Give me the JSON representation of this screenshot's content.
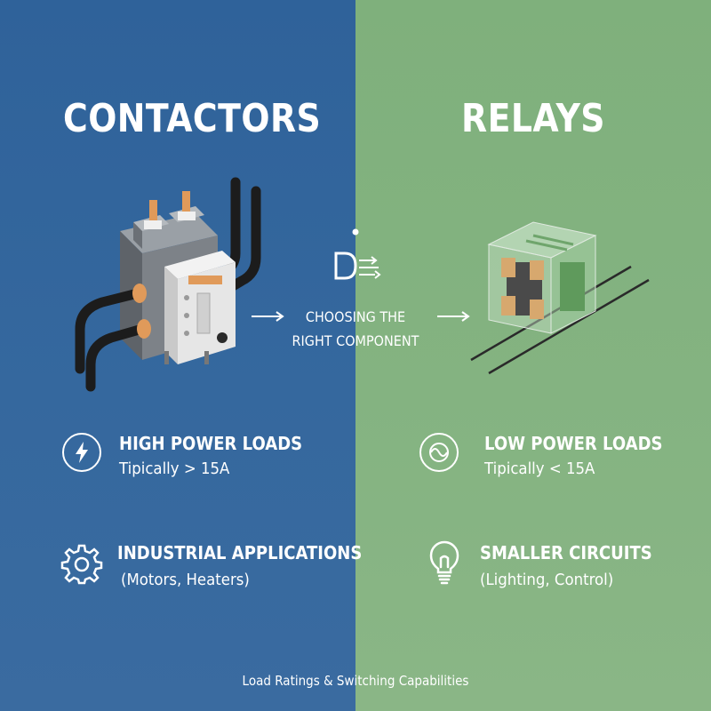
{
  "colors": {
    "left_bg": "#3266a0",
    "right_bg": "#84b381",
    "text": "#ffffff",
    "copper": "#e09a5a"
  },
  "left": {
    "title": "CONTACTORS",
    "features": [
      {
        "icon": "lightning-icon",
        "heading": "HIGH POWER LOADS",
        "detail": "Tipically > 15A"
      },
      {
        "icon": "gear-icon",
        "heading": "INDUSTRIAL APPLICATIONS",
        "detail": "(Motors, Heaters)"
      }
    ]
  },
  "right": {
    "title": "RELAYS",
    "features": [
      {
        "icon": "sine-wave-icon",
        "heading": "LOW POWER LOADS",
        "detail": "Tipically < 15A"
      },
      {
        "icon": "lightbulb-icon",
        "heading": "SMALLER CIRCUITS",
        "detail": "(Lighting, Control)"
      }
    ]
  },
  "center": {
    "label": "CHOOSING THE RIGHT COMPONENT"
  },
  "footer": {
    "caption": "Load Ratings & Switching Capabilities"
  }
}
